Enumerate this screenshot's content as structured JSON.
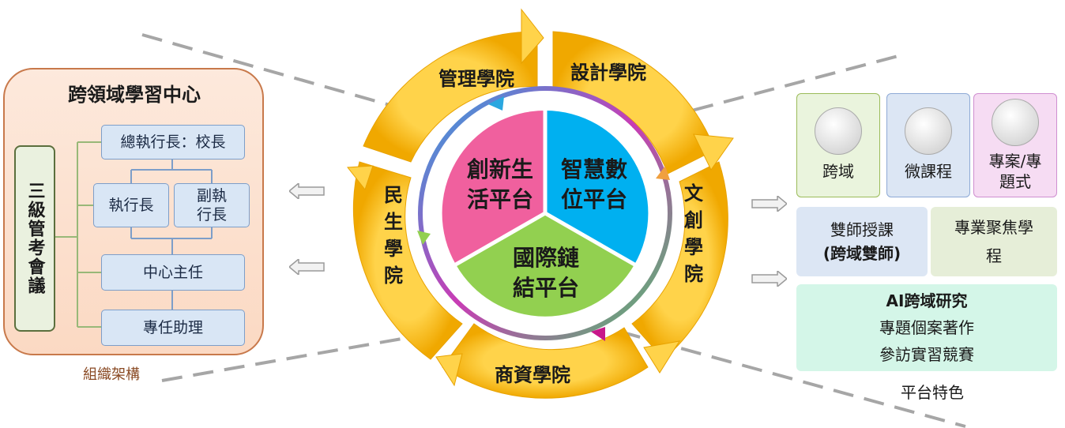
{
  "org": {
    "title": "跨領域學習中心",
    "committee": "三級管考會議",
    "ceo": "總執行長：校長",
    "exec": "執行長",
    "deputy": "副執\n行長",
    "director": "中心主任",
    "assistant": "專任助理",
    "caption": "組織架構"
  },
  "colleges": {
    "management": "管理學院",
    "design": "設計學院",
    "culture": "文創學院",
    "business": "商資學院",
    "livelihood": "民生學院"
  },
  "platforms": {
    "innovation": "創新生活平台",
    "smart": "智慧數位平台",
    "international": "國際鏈結平台"
  },
  "features": {
    "cross": "跨域",
    "micro": "微課程",
    "project": "專案/專題式",
    "dual": "雙師授課",
    "dual_sub": "(跨域雙師)",
    "focus": "專業聚焦學程",
    "ai_1": "AI跨域研究",
    "ai_2": "專題個案著作",
    "ai_3": "參訪實習競賽",
    "caption": "平台特色"
  },
  "colors": {
    "gold": "#f5b800",
    "pink": "#f0609e",
    "blue": "#00b0f0",
    "green": "#92d050"
  }
}
